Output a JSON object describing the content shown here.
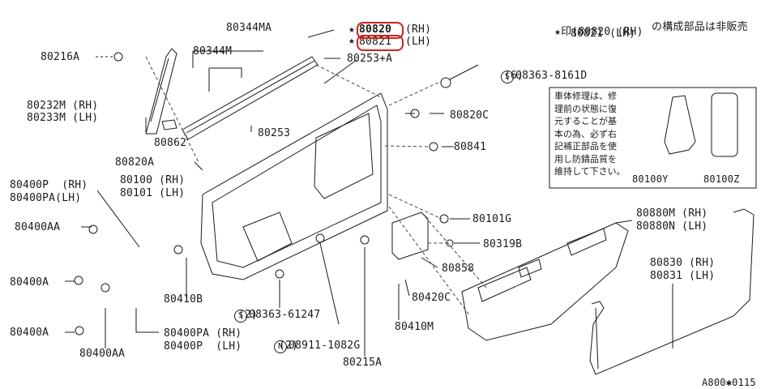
{
  "header_note": {
    "line1_prefix": "★印(",
    "line1_part": "80820 (RH)",
    "line1_suffix": "の構成部品は非販売",
    "line2_part": "80821 (LH)"
  },
  "labels": {
    "p80344MA": "80344MA",
    "p80820_rh_num": "80820",
    "p80820_rh_side": "(RH)",
    "p80821_lh_num": "80821",
    "p80821_lh_side": "(LH)",
    "p80216A": "80216A",
    "p80344M": "80344M",
    "p80253A": "80253+A",
    "p08363_8161D": "08363-8161D",
    "p08363_8161D_qty": "(6)",
    "p80232M": "80232M (RH)",
    "p80233M": "80233M (LH)",
    "p80820C": "80820C",
    "p80862": "80862",
    "p80253": "80253",
    "p80841": "80841",
    "p80820A": "80820A",
    "p80100": "80100 (RH)",
    "p80101": "80101 (LH)",
    "p80400P": "80400P  (RH)",
    "p80400PA": "80400PA(LH)",
    "p80400AA_top": "80400AA",
    "p80101G": "80101G",
    "p80880M": "80880M (RH)",
    "p80880N": "80880N (LH)",
    "p80319B": "80319B",
    "p80858": "80858",
    "p80830": "80830 (RH)",
    "p80831": "80831 (LH)",
    "p80400A_top": "80400A",
    "p80410B": "80410B",
    "p08363_61247": "08363-61247",
    "p08363_61247_qty": "(2)",
    "p80420C": "80420C",
    "p80410M": "80410M",
    "p80400A_bot": "80400A",
    "p80400PA_rh": "80400PA (RH)",
    "p80400P_lh": "80400P  (LH)",
    "p08911_1082G": "08911-1082G",
    "p08911_1082G_qty": "(2)",
    "p80400AA_bot": "80400AA",
    "p80215A": "80215A",
    "p80100Y": "80100Y",
    "p80100Z": "80100Z",
    "diagram_code": "A800✱0115"
  },
  "circle_marks": {
    "s": "S",
    "n": "N"
  },
  "repair_note": [
    "車体修理は、修",
    "理前の状態に復",
    "元することが基",
    "本の為、必ず右",
    "記補正部品を使",
    "用し防錆品質を",
    "維持して下さい。"
  ],
  "colors": {
    "highlight": "#d2201c",
    "ink": "#1a1a1a"
  }
}
